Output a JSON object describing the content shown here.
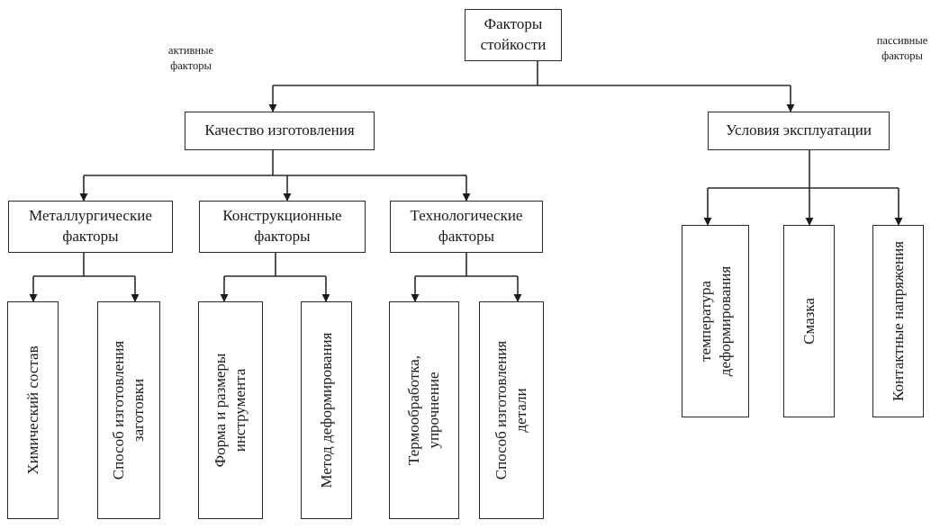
{
  "root": {
    "line1": "Факторы",
    "line2": "стойкости"
  },
  "annotations": {
    "active": {
      "line1": "активные",
      "line2": "факторы"
    },
    "passive": {
      "line1": "пассивные",
      "line2": "факторы"
    }
  },
  "branches": {
    "quality": {
      "label": "Качество изготовления",
      "groups": {
        "metallurgical": {
          "line1": "Металлургические",
          "line2": "факторы",
          "leaves": [
            {
              "line1": "Химический состав",
              "line2": ""
            },
            {
              "line1": "Способ изготовления",
              "line2": "заготовки"
            }
          ]
        },
        "constructional": {
          "line1": "Конструкционные",
          "line2": "факторы",
          "leaves": [
            {
              "line1": "Форма и размеры",
              "line2": "инструмента"
            },
            {
              "line1": "Метод деформирования",
              "line2": ""
            }
          ]
        },
        "technological": {
          "line1": "Технологические",
          "line2": "факторы",
          "leaves": [
            {
              "line1": "Термообработка,",
              "line2": "упрочнение"
            },
            {
              "line1": "Способ изготовления",
              "line2": "детали"
            }
          ]
        }
      }
    },
    "operation": {
      "label": "Условия эксплуатации",
      "leaves": [
        {
          "line1": "температура",
          "line2": "деформирования"
        },
        {
          "line1": "Смазка",
          "line2": ""
        },
        {
          "line1": "Контактные напряжения",
          "line2": ""
        }
      ]
    }
  }
}
